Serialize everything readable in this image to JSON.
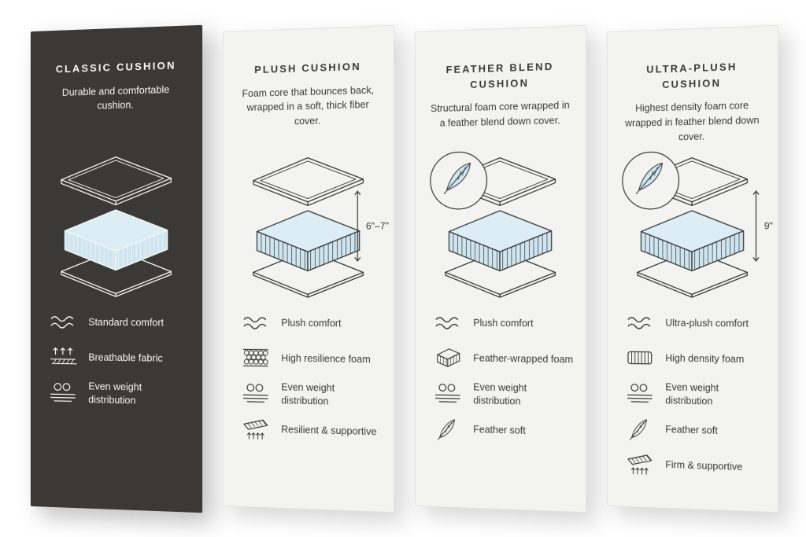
{
  "colors": {
    "dark_card_bg": "#3b3937",
    "light_card_bg": "#f3f3f1",
    "foam_blue": "#cfe5ef",
    "foam_blue_top": "#dcedf4",
    "stroke_dark": "#3a3a3a",
    "stroke_light": "#f7f7f5"
  },
  "cards": [
    {
      "id": "classic",
      "theme": "dark",
      "title": "CLASSIC CUSHION",
      "description": "Durable and comfortable cushion.",
      "dimension": "",
      "has_feather_badge": false,
      "features": [
        {
          "icon": "waves-icon",
          "label": "Standard comfort"
        },
        {
          "icon": "breathable-icon",
          "label": "Breathable fabric"
        },
        {
          "icon": "even-weight-icon",
          "label": "Even weight distribution"
        }
      ]
    },
    {
      "id": "plush",
      "theme": "light",
      "title": "PLUSH CUSHION",
      "description": "Foam core that bounces back, wrapped in a soft, thick fiber cover.",
      "dimension": "6\"–7\"",
      "has_feather_badge": false,
      "features": [
        {
          "icon": "waves-icon",
          "label": "Plush comfort"
        },
        {
          "icon": "foam-cells-icon",
          "label": "High resilience foam"
        },
        {
          "icon": "even-weight-icon",
          "label": "Even weight distribution"
        },
        {
          "icon": "support-arrows-icon",
          "label": "Resilient & supportive"
        }
      ]
    },
    {
      "id": "feather-blend",
      "theme": "light",
      "title": "FEATHER BLEND CUSHION",
      "description": "Structural foam core wrapped in a feather blend down cover.",
      "dimension": "",
      "has_feather_badge": true,
      "features": [
        {
          "icon": "waves-icon",
          "label": "Plush comfort"
        },
        {
          "icon": "foam-block-icon",
          "label": "Feather-wrapped foam"
        },
        {
          "icon": "even-weight-icon",
          "label": "Even weight distribution"
        },
        {
          "icon": "feather-icon",
          "label": "Feather soft"
        }
      ]
    },
    {
      "id": "ultra-plush",
      "theme": "light",
      "title": "ULTRA-PLUSH CUSHION",
      "description": "Highest density foam core wrapped in feather blend down cover.",
      "dimension": "9\"",
      "has_feather_badge": true,
      "features": [
        {
          "icon": "waves-icon",
          "label": "Ultra-plush comfort"
        },
        {
          "icon": "density-foam-icon",
          "label": "High density foam"
        },
        {
          "icon": "even-weight-icon",
          "label": "Even weight distribution"
        },
        {
          "icon": "feather-icon",
          "label": "Feather soft"
        },
        {
          "icon": "support-arrows-icon",
          "label": "Firm & supportive"
        }
      ]
    }
  ]
}
